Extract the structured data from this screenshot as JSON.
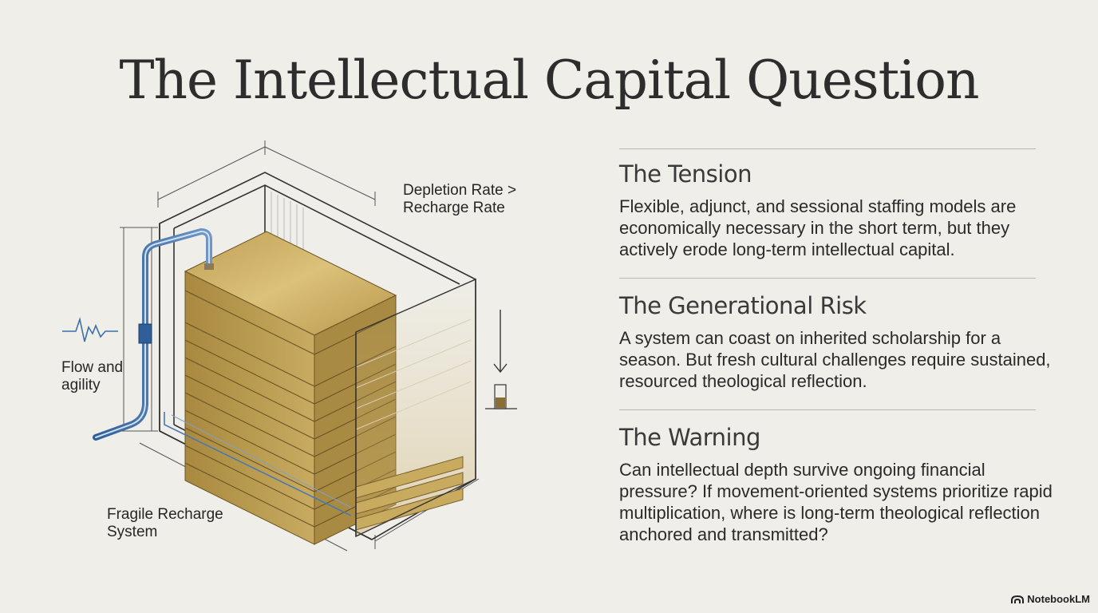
{
  "title": "The Intellectual Capital Question",
  "diagram": {
    "labels": {
      "depletion": "Depletion Rate >\nRecharge Rate",
      "flow": "Flow and\nagility",
      "recharge": "Fragile Recharge\nSystem"
    },
    "colors": {
      "gold": "#c9ab5f",
      "pipe": "#3d6fa8",
      "line": "#3a3a3a"
    }
  },
  "sections": [
    {
      "heading": "The Tension",
      "body": "Flexible, adjunct, and sessional staffing models are economically necessary in the short term, but they actively erode long-term intellectual capital."
    },
    {
      "heading": "The Generational Risk",
      "body": "A system can coast on inherited scholarship for a season. But fresh cultural challenges require sustained, resourced theological reflection."
    },
    {
      "heading": "The Warning",
      "body": "Can intellectual depth survive ongoing financial pressure? If movement-oriented systems prioritize rapid multiplication, where is long-term theological reflection anchored and transmitted?"
    }
  ],
  "brand": "NotebookLM"
}
